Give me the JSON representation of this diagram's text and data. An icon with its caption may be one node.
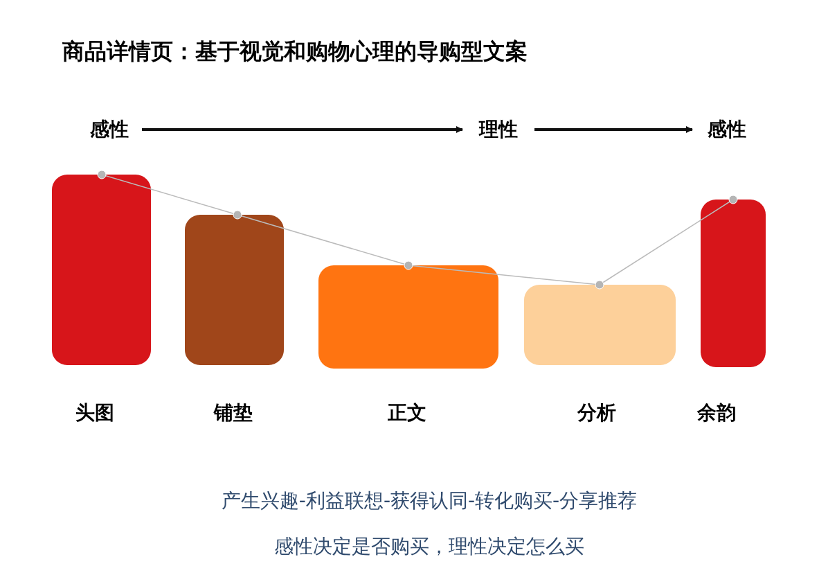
{
  "diagram": {
    "title": "商品详情页：基于视觉和购物心理的导购型文案",
    "nodes": [
      {
        "text": [
          "感性"
        ]
      },
      {
        "text": [
          "理性"
        ]
      },
      {
        "text": [
          "感性"
        ]
      },
      {
        "text": [
          "头图"
        ]
      },
      {
        "text": [
          "铺垫"
        ]
      },
      {
        "text": [
          "正文"
        ]
      },
      {
        "text": [
          "分析"
        ]
      },
      {
        "text": [
          "余韵"
        ]
      }
    ],
    "edges": [
      {
        "from": 0,
        "to": 1,
        "arrow": "to",
        "style": "thick",
        "color": "#111111"
      },
      {
        "from": 1,
        "to": 2,
        "arrow": "to",
        "style": "thick",
        "color": "#111111"
      },
      {
        "from": 3,
        "to": 4,
        "arrow": "none",
        "color": "#bbbbbb"
      },
      {
        "from": 4,
        "to": 5,
        "arrow": "none",
        "color": "#bbbbbb"
      },
      {
        "from": 5,
        "to": 6,
        "arrow": "none",
        "color": "#bbbbbb"
      },
      {
        "from": 6,
        "to": 7,
        "arrow": "none",
        "color": "#bbbbbb"
      }
    ],
    "labels": [
      "产生兴趣-利益联想-获得认同-转化购买-分享推荐",
      "感性决定是否购买，理性决定怎么买"
    ]
  }
}
